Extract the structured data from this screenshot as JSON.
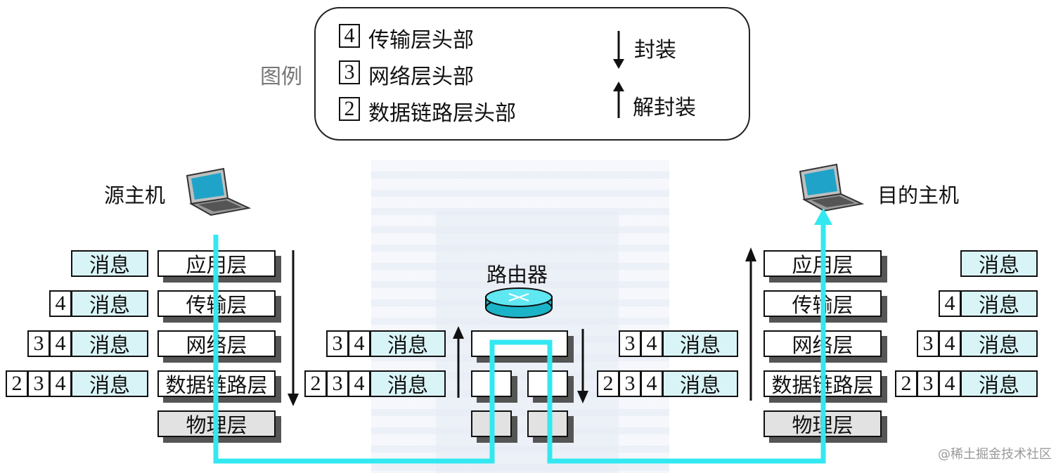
{
  "legend": {
    "title": "图例",
    "items": [
      {
        "key": "4",
        "text": "传输层头部"
      },
      {
        "key": "3",
        "text": "网络层头部"
      },
      {
        "key": "2",
        "text": "数据链路层头部"
      }
    ],
    "encap": "封装",
    "decap": "解封装"
  },
  "source": {
    "label": "源主机"
  },
  "dest": {
    "label": "目的主机"
  },
  "router": {
    "label": "路由器"
  },
  "layers": {
    "app": "应用层",
    "transport": "传输层",
    "network": "网络层",
    "datalink": "数据链路层",
    "physical": "物理层"
  },
  "packets": {
    "message": "消息",
    "h4": "4",
    "h3": "3",
    "h2": "2"
  },
  "watermark": "@稀土掘金技术社区",
  "colors": {
    "path": "#33e8f0",
    "message_fill": "#d9f4f6",
    "physical_fill": "#e2e2e2"
  }
}
